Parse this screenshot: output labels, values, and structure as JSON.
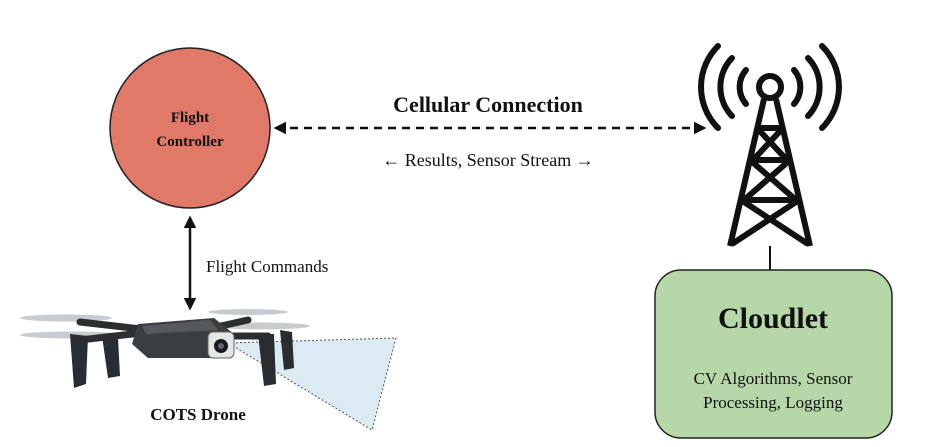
{
  "flight_controller": {
    "line1": "Flight",
    "line2": "Controller",
    "color": "#e07968"
  },
  "connection": {
    "title": "Cellular Connection",
    "subtitle": "← Results, Sensor Stream →"
  },
  "drone_link": {
    "label": "Flight Commands"
  },
  "drone": {
    "label": "COTS Drone"
  },
  "tower": {
    "icon": "cell-tower-icon"
  },
  "cloudlet": {
    "title": "Cloudlet",
    "line1": "CV Algorithms, Sensor",
    "line2": "Processing, Logging",
    "color": "#b6d7a8"
  }
}
